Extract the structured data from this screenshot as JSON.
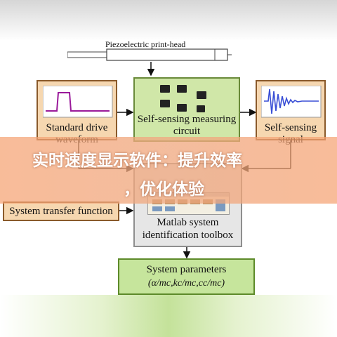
{
  "diagram": {
    "printhead_label": "Piezoelectric print-head",
    "boxes": {
      "standard_drive": "Standard drive waveform",
      "self_sensing_circuit": "Self-sensing measuring circuit",
      "self_sensing_signal": "Self-sensing signal",
      "system_transfer": "System transfer function",
      "matlab_line1": "Matlab system",
      "matlab_line2": "identification toolbox",
      "params_title": "System parameters",
      "params_formula": "(α/mc,kc/mc,cc/mc)"
    }
  },
  "overlay": {
    "line1": "实时速度显示软件：提升效率",
    "line2": "，优化体验"
  },
  "colors": {
    "orange_box": "#f6d7b0",
    "green_box": "#d0e7a8",
    "overlay": "#f3a878",
    "params_box": "#c6e59c"
  }
}
